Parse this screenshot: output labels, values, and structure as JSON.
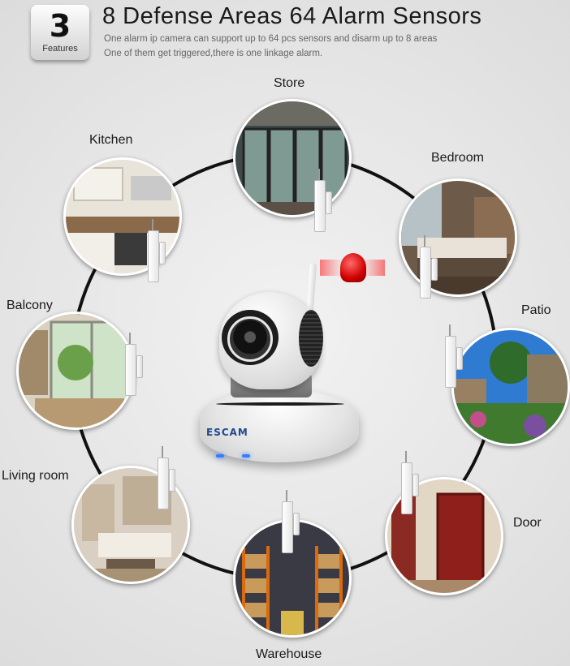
{
  "badge": {
    "number": "3",
    "label": "Features"
  },
  "title": "8 Defense Areas 64 Alarm Sensors",
  "subtitle_lines": [
    "One alarm ip camera can support up to 64 pcs sensors and disarm up to 8 areas",
    "One of them get triggered,there is one linkage alarm."
  ],
  "camera": {
    "brand": "ESCAM"
  },
  "areas": [
    {
      "label": "Store",
      "icon": "storefront-photo"
    },
    {
      "label": "Bedroom",
      "icon": "bedroom-photo"
    },
    {
      "label": "Patio",
      "icon": "patio-photo"
    },
    {
      "label": "Door",
      "icon": "door-photo"
    },
    {
      "label": "Warehouse",
      "icon": "warehouse-photo"
    },
    {
      "label": "Living room",
      "icon": "living-room-photo"
    },
    {
      "label": "Balcony",
      "icon": "balcony-photo"
    },
    {
      "label": "Kitchen",
      "icon": "kitchen-photo"
    }
  ],
  "colors": {
    "ring": "#111111",
    "alarm": "#d10000",
    "brand": "#1f4a8c",
    "led": "#3a7bff"
  }
}
